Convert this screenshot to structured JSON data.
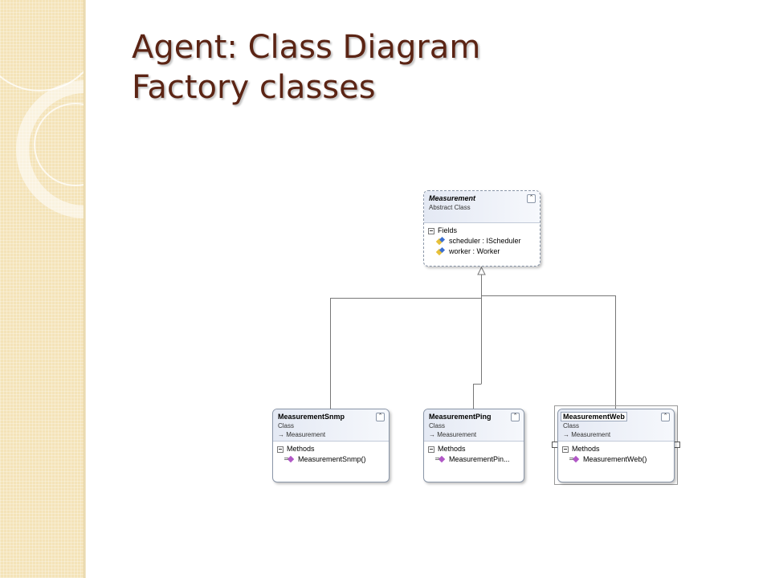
{
  "slide": {
    "title_line1": "Agent: Class Diagram",
    "title_line2": "Factory classes"
  },
  "colors": {
    "title": "#5b2414",
    "sidebar": "#f4e3b8",
    "box_border": "#8a96a8",
    "connector": "#777777"
  },
  "diagram": {
    "base_class": {
      "name": "Measurement",
      "kind": "Abstract Class",
      "section": "Fields",
      "fields": [
        "scheduler : IScheduler",
        "worker : Worker"
      ],
      "icon": "field-icon"
    },
    "subclasses": [
      {
        "name": "MeasurementSnmp",
        "kind": "Class",
        "base": "Measurement",
        "section": "Methods",
        "methods": [
          "MeasurementSnmp()"
        ]
      },
      {
        "name": "MeasurementPing",
        "kind": "Class",
        "base": "Measurement",
        "section": "Methods",
        "methods": [
          "MeasurementPin..."
        ]
      },
      {
        "name": "MeasurementWeb",
        "kind": "Class",
        "base": "Measurement",
        "section": "Methods",
        "methods": [
          "MeasurementWeb()"
        ],
        "selected": true
      }
    ],
    "relationship": "inheritance"
  }
}
